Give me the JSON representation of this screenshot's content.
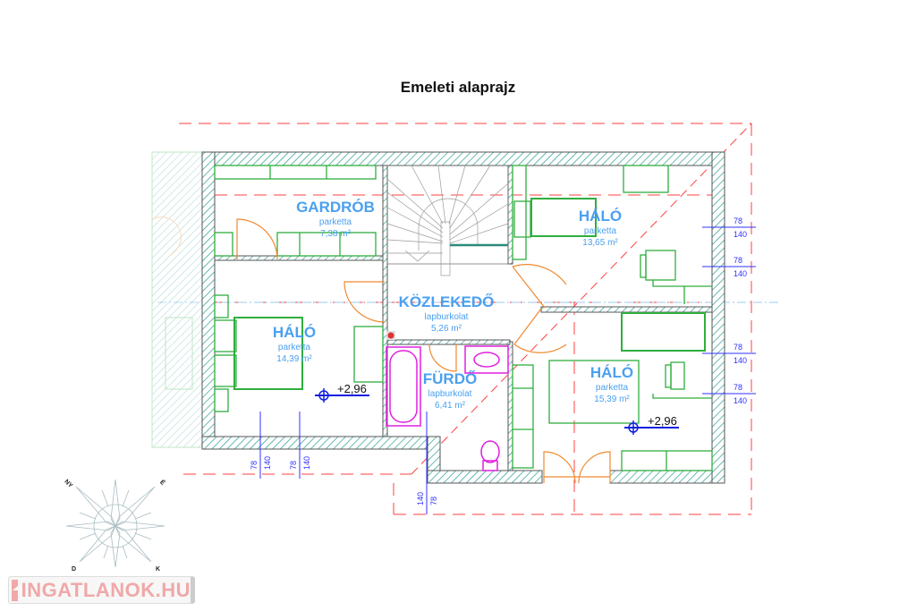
{
  "title": "Emeleti alaprajz",
  "rooms": [
    {
      "name": "GARDRÓB",
      "floor": "parketta",
      "area": "7,38 m²"
    },
    {
      "name": "HÁLÓ",
      "floor": "parketta",
      "area": "14,39 m²"
    },
    {
      "name": "KÖZLEKEDŐ",
      "floor": "lapburkolat",
      "area": "5,26 m²"
    },
    {
      "name": "FÜRDŐ",
      "floor": "lapburkolat",
      "area": "6,41 m²"
    },
    {
      "name": "HÁLÓ",
      "floor": "parketta",
      "area": "13,65 m²"
    },
    {
      "name": "HÁLÓ",
      "floor": "parketta",
      "area": "15,39 m²"
    }
  ],
  "elevations": [
    "+2,96",
    "+2,96"
  ],
  "window_dims": {
    "height": "78",
    "width": "140"
  },
  "compass": {
    "nw": "NY",
    "ne": "É",
    "sw": "D",
    "se": "K"
  },
  "logo": "INGATLANOK.HU",
  "colors": {
    "wall_hatch": "#2a9d8f",
    "furniture": "#2fae3f",
    "door": "#f08a30",
    "sanitary": "#e020e0",
    "room_label": "#4aa0f0",
    "axis": "#ff4040",
    "dimension": "#3030ff"
  }
}
